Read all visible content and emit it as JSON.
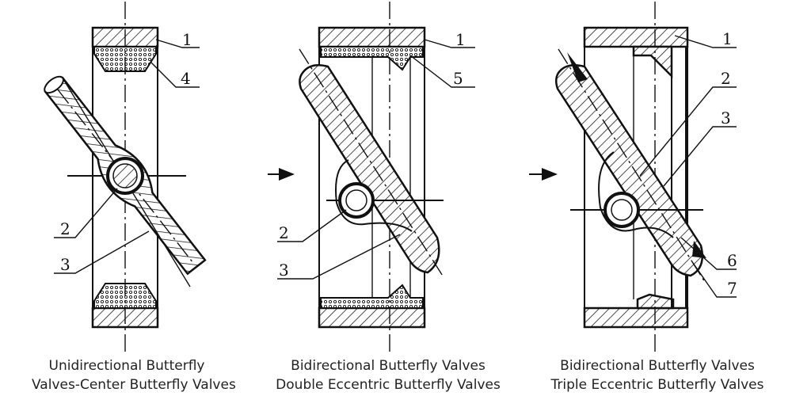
{
  "captions": [
    {
      "line1": "Unidirectional Butterfly",
      "line2": "Valves-Center Butterfly Valves"
    },
    {
      "line1": "Bidirectional Butterfly Valves",
      "line2": "Double Eccentric Butterfly Valves"
    },
    {
      "line1": "Bidirectional Butterfly Valves",
      "line2": "Triple Eccentric Butterfly Valves"
    }
  ],
  "labels": {
    "d1": {
      "body": "1",
      "seal": "4",
      "shaft": "2",
      "disc": "3"
    },
    "d2": {
      "body": "1",
      "seal": "5",
      "shaft": "2",
      "disc": "3"
    },
    "d3": {
      "body": "1",
      "shaft": "2",
      "disc": "3",
      "seat": "6",
      "disc_seal": "7"
    }
  }
}
